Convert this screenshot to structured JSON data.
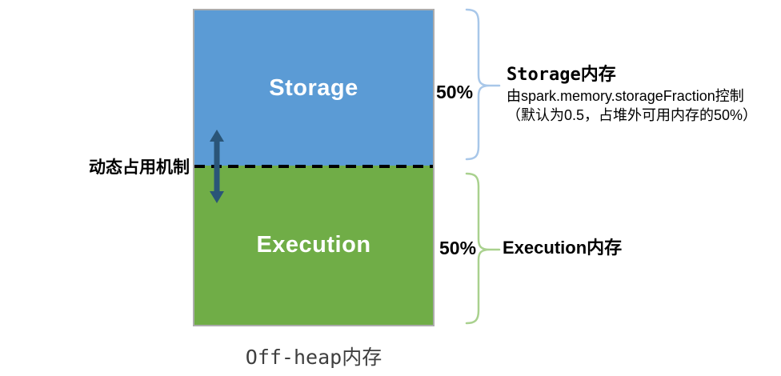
{
  "diagram": {
    "memory_box": {
      "storage": {
        "label": "Storage",
        "percent": "50%",
        "color": "#5B9BD5"
      },
      "execution": {
        "label": "Execution",
        "percent": "50%",
        "color": "#70AD47"
      }
    },
    "left_label": "动态占用机制",
    "bottom_label": "Off-heap内存",
    "annotations": {
      "storage": {
        "title": "Storage内存",
        "line1": "由spark.memory.storageFraction控制",
        "line2": "（默认为0.5，占堆外可用内存的50%）"
      },
      "execution": {
        "title": "Execution内存"
      }
    },
    "colors": {
      "storage_blue": "#5B9BD5",
      "execution_green": "#70AD47",
      "arrow_navy": "#2A5578",
      "brace_blue": "#A8C7E9",
      "brace_green": "#A9D18E",
      "box_border": "#ACACAC",
      "divider_black": "#000000",
      "bottom_label_gray": "#3F3F3F"
    }
  }
}
